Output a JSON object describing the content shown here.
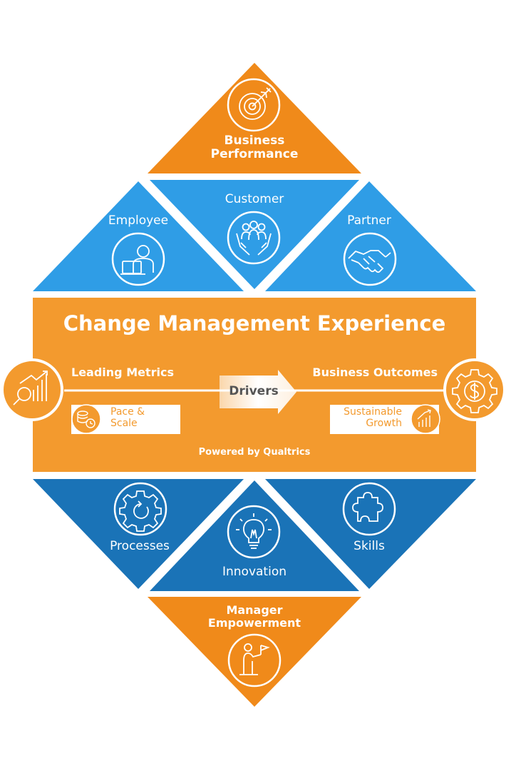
{
  "colors": {
    "orange": "#f39a2e",
    "orange_dark": "#f08a1a",
    "blue_light": "#2f9de6",
    "blue_dark": "#1a73b7",
    "white": "#ffffff"
  },
  "title": "Change Management Experience",
  "top_triangle": {
    "label": "Business Performance",
    "line1": "Business",
    "line2": "Performance",
    "icon": "target-arrow-icon"
  },
  "upper_row": [
    {
      "label": "Employee",
      "icon": "employee-laptop-icon"
    },
    {
      "label": "Customer",
      "icon": "customers-hands-icon"
    },
    {
      "label": "Partner",
      "icon": "handshake-icon"
    }
  ],
  "band": {
    "leading_metrics": "Leading Metrics",
    "business_outcomes": "Business Outcomes",
    "drivers": "Drivers",
    "pace_box": {
      "line1": "Pace &",
      "line2": "Scale",
      "icon": "coins-clock-icon"
    },
    "growth_box": {
      "line1": "Sustainable",
      "line2": "Growth",
      "icon": "growth-chart-icon"
    },
    "powered_by": "Powered by Qualtrics",
    "left_circle_icon": "magnifier-chart-icon",
    "right_circle_icon": "gear-dollar-icon"
  },
  "lower_row": [
    {
      "label": "Processes",
      "icon": "gear-cycle-icon"
    },
    {
      "label": "Innovation",
      "icon": "lightbulb-icon"
    },
    {
      "label": "Skills",
      "icon": "puzzle-icon"
    }
  ],
  "bottom_triangle": {
    "label": "Manager Empowerment",
    "line1": "Manager",
    "line2": "Empowerment",
    "icon": "person-flag-icon"
  }
}
